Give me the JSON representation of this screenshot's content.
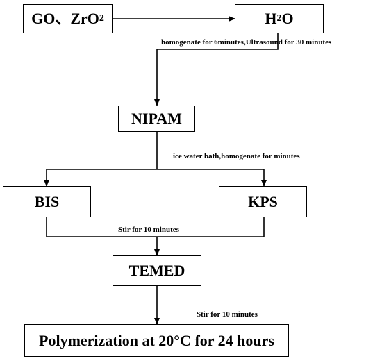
{
  "nodes": {
    "go_zro2": {
      "text": "GO、ZrO",
      "sub": "2"
    },
    "h2o": {
      "text_h": "H",
      "sub": "2",
      "text_o": "O"
    },
    "nipam": "NIPAM",
    "bis": "BIS",
    "kps": "KPS",
    "temed": "TEMED",
    "polymerization": "Polymerization at 20°C for 24 hours"
  },
  "edge_labels": {
    "h2o_to_nipam": "homogenate for 6minutes,Ultrasound for 30 minutes",
    "nipam_to_split": "ice water bath,homogenate for minutes",
    "merge_to_temed": "Stir for 10 minutes",
    "temed_to_polymerization": "Stir for 10 minutes"
  },
  "colors": {
    "stroke": "#000000",
    "background": "#ffffff"
  }
}
